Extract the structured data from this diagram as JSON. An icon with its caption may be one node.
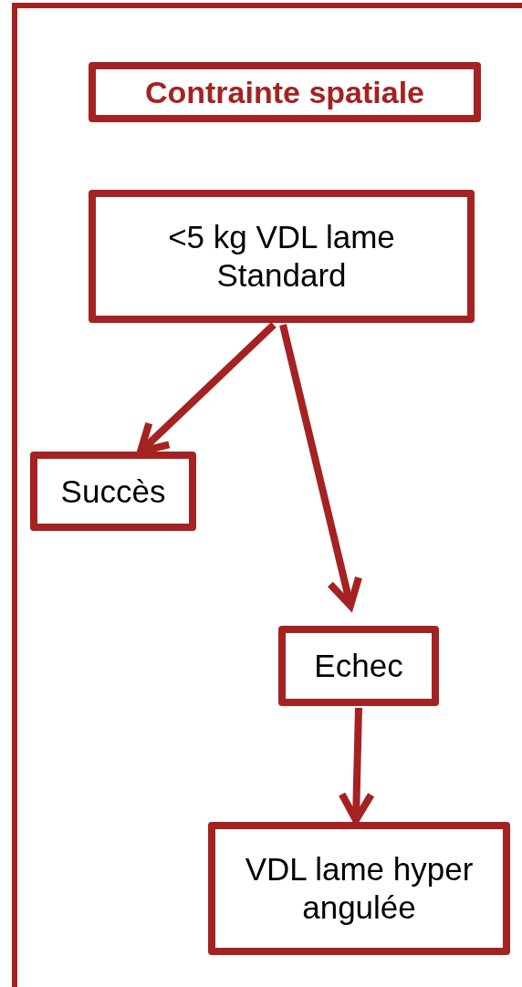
{
  "diagram": {
    "nodes": [
      {
        "text": [
          "Contrainte spatiale"
        ]
      },
      {
        "text": [
          "<5 kg VDL lame Standard"
        ]
      },
      {
        "text": [
          "Succès"
        ]
      },
      {
        "text": [
          "Echec"
        ]
      },
      {
        "text": [
          "VDL lame hyper angulée"
        ]
      }
    ],
    "edges": [
      {
        "from": 1,
        "to": 2,
        "arrow": "to"
      },
      {
        "from": 1,
        "to": 3,
        "arrow": "to"
      },
      {
        "from": 3,
        "to": 4,
        "arrow": "to"
      }
    ]
  }
}
